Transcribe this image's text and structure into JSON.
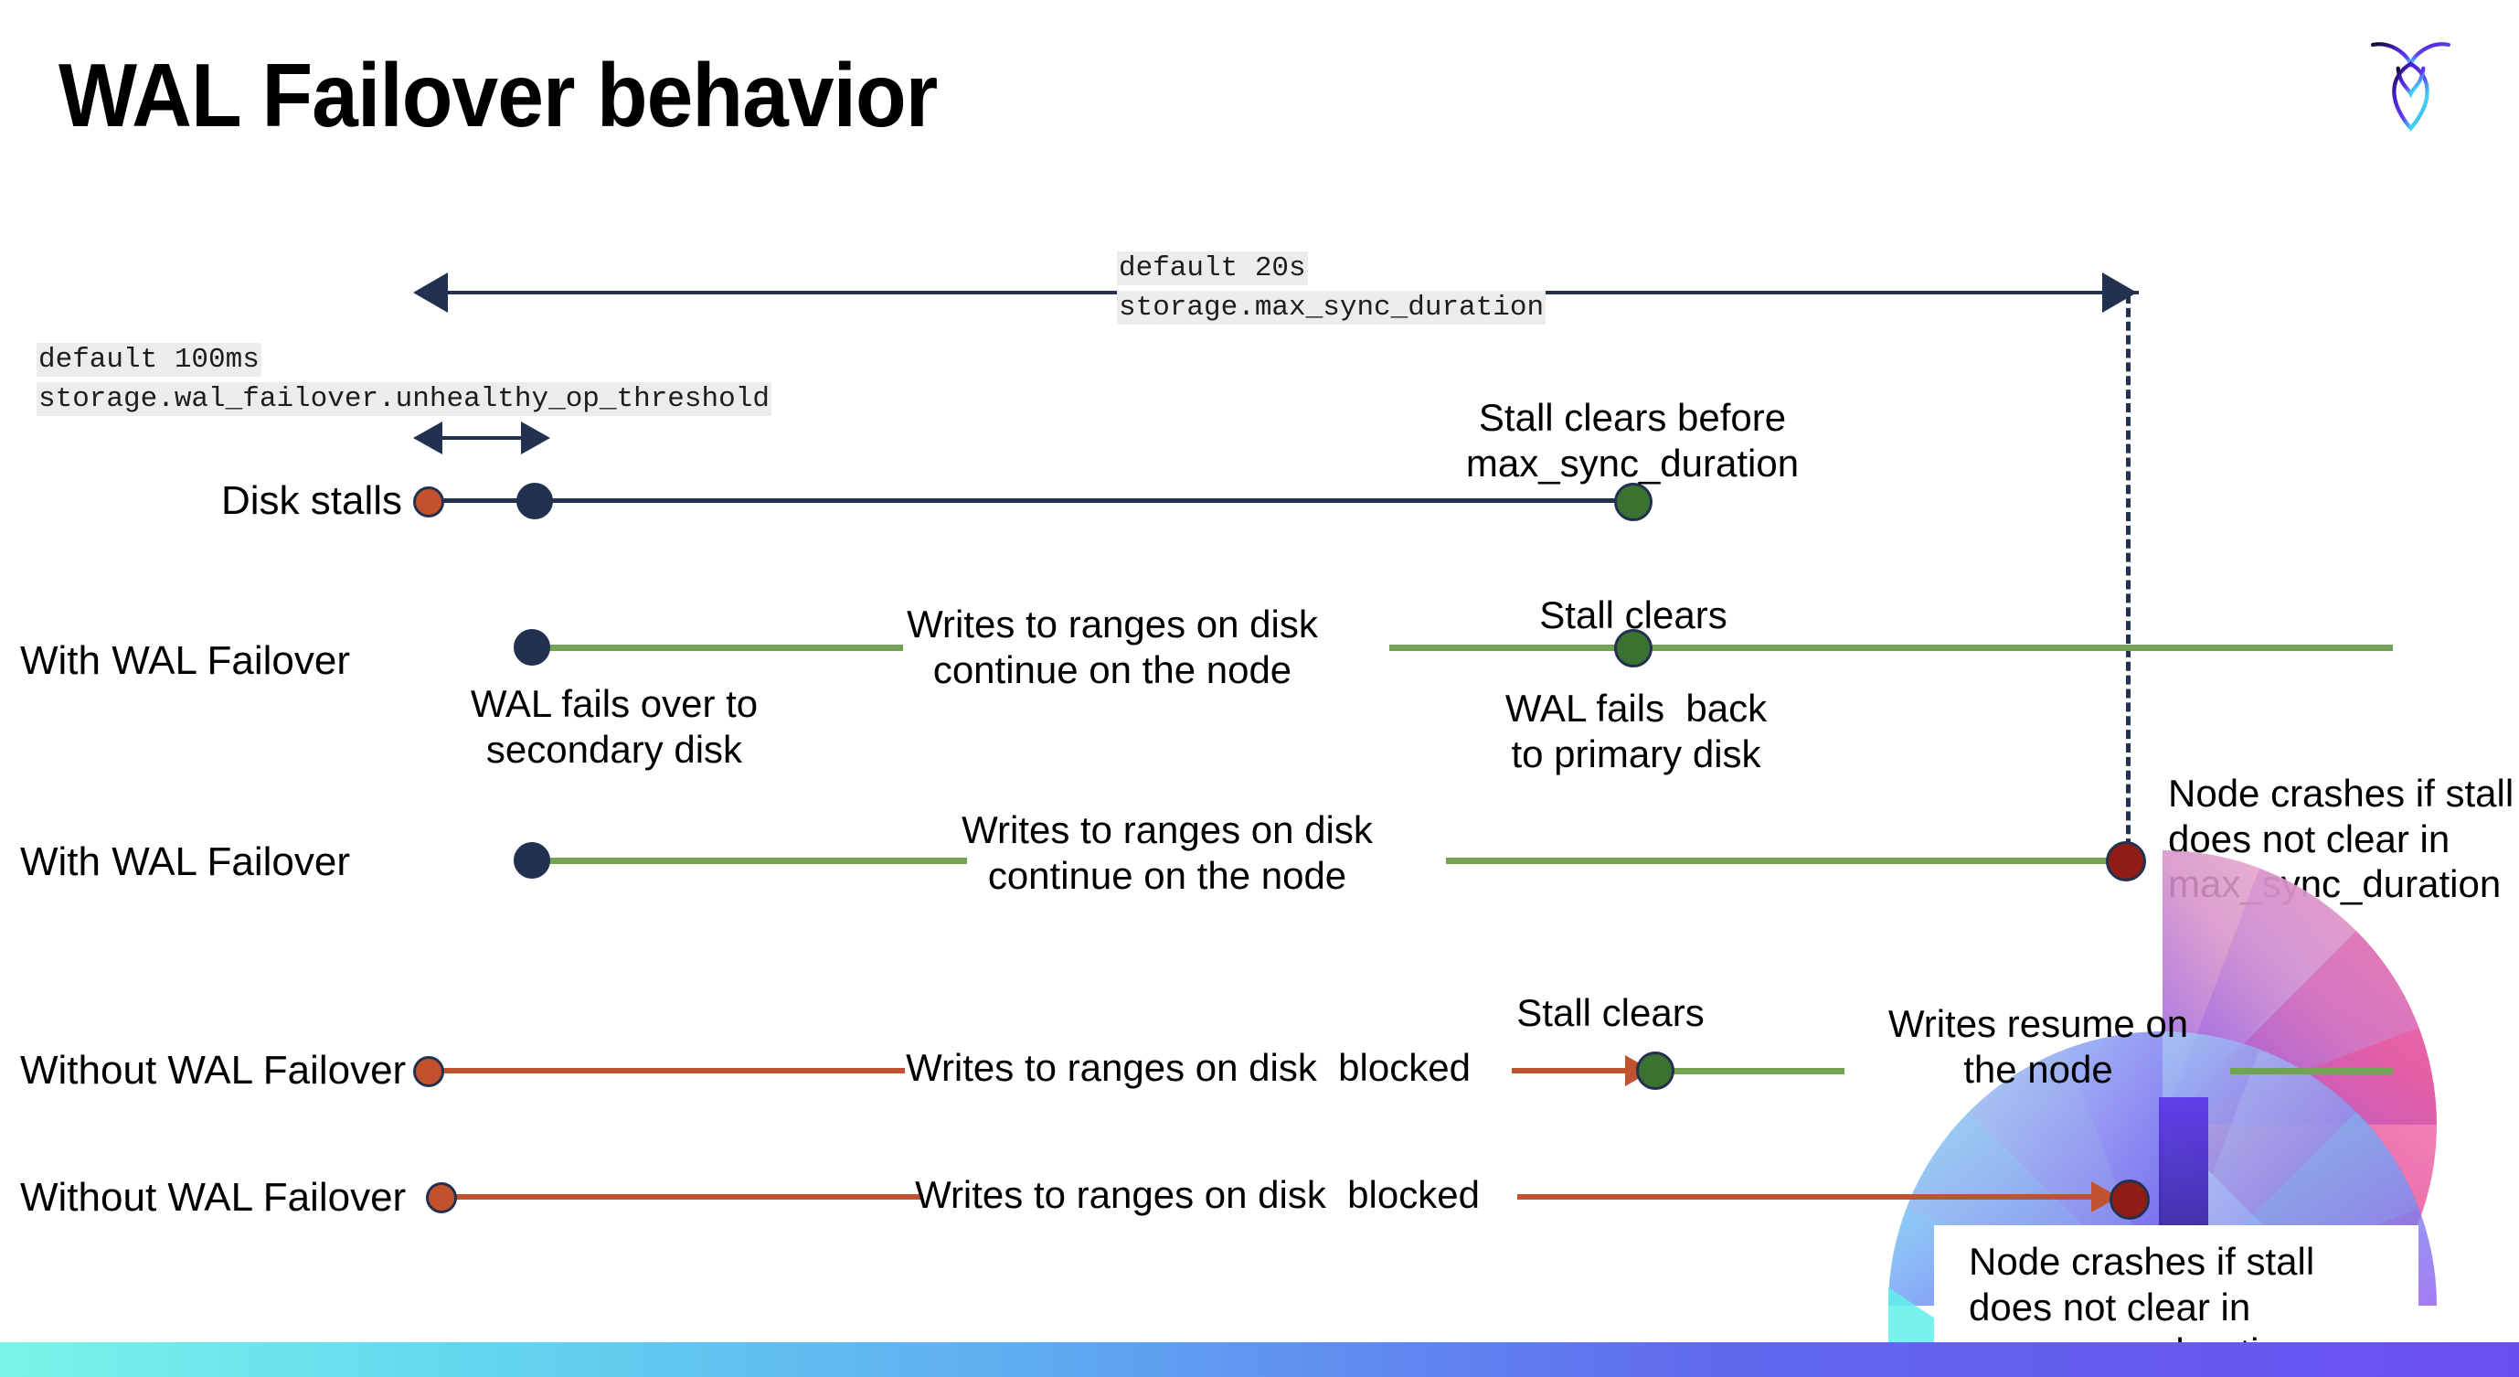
{
  "slide": {
    "title": "WAL Failover behavior",
    "logo_name": "cockroachdb-logo"
  },
  "settings": {
    "max_sync": {
      "default_label": "default 20s",
      "setting_name": "storage.max_sync_duration"
    },
    "unhealthy_op": {
      "default_label": "default 100ms",
      "setting_name": "storage.wal_failover.unhealthy_op_threshold"
    }
  },
  "rows": [
    {
      "name": "disk-stalls",
      "label": "Disk stalls",
      "annotation": "Stall clears before\nmax_sync_duration"
    },
    {
      "name": "with-wal-failover-clears",
      "label": "With WAL Failover",
      "start_note": "WAL fails over to\nsecondary disk",
      "mid_note": "Writes to ranges on disk\ncontinue on the node",
      "clear_note": "Stall clears",
      "end_note": "WAL fails  back\nto primary disk"
    },
    {
      "name": "with-wal-failover-crash",
      "label": "With WAL Failover",
      "mid_note": "Writes to ranges on disk\ncontinue on the node",
      "end_note": "Node crashes if stall\ndoes not clear in\nmax_sync_duration"
    },
    {
      "name": "without-wal-failover-clears",
      "label": "Without WAL Failover",
      "mid_note": "Writes to ranges on disk  blocked",
      "clear_note": "Stall clears",
      "end_note": "Writes resume on\nthe node"
    },
    {
      "name": "without-wal-failover-crash",
      "label": "Without WAL Failover",
      "mid_note": "Writes to ranges on disk  blocked",
      "end_note": "Node crashes if stall\ndoes not clear in\nmax_sync_duration"
    }
  ],
  "colors": {
    "navy": "#22314f",
    "green_line": "#72a353",
    "green_dot": "#3c7230",
    "red_line": "#c0522f",
    "orange_dot": "#c4512d",
    "dark_red_dot": "#8f1d16",
    "code_chip_bg": "#ececec",
    "bottom_bar_gradient": "cyan-to-purple"
  }
}
